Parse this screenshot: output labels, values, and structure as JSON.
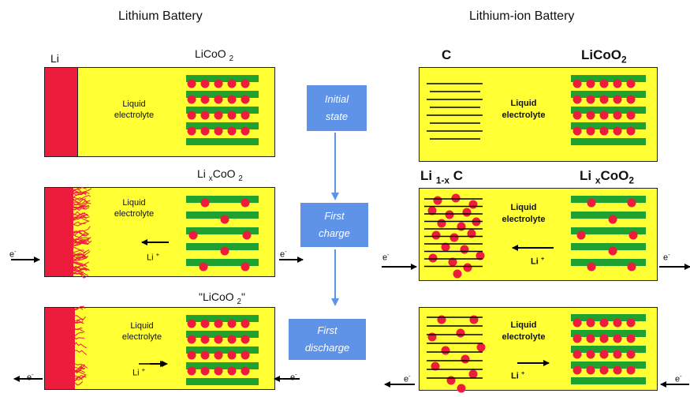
{
  "headings": {
    "left": "Lithium Battery",
    "right": "Lithium-ion Battery"
  },
  "left_panel": {
    "row1": {
      "anode_label": "Li",
      "cathode_label": "LiCoO",
      "cathode_sub": "2",
      "electrolyte_line1": "Liquid",
      "electrolyte_line2": "electrolyte"
    },
    "row2": {
      "cathode_label_a": "Li",
      "cathode_sub_x": "x",
      "cathode_label_b": "CoO",
      "cathode_sub_2": "2",
      "electrolyte_line1": "Liquid",
      "electrolyte_line2": "electrolyte",
      "ion_label": "Li",
      "ion_sup": "+",
      "electron": "e",
      "electron_sup": "-"
    },
    "row3": {
      "cathode_label_a": "\"LiCoO",
      "cathode_sub": "2",
      "cathode_label_b": "\"",
      "electrolyte_line1": "Liquid",
      "electrolyte_line2": "electrolyte",
      "ion_label": "Li",
      "ion_sup": "+",
      "electron": "e",
      "electron_sup": "-"
    }
  },
  "steps": {
    "s1_line1": "Initial",
    "s1_line2": "state",
    "s2_line1": "First",
    "s2_line2": "charge",
    "s3_line1": "First",
    "s3_line2": "discharge"
  },
  "right_panel": {
    "row1": {
      "anode_label": "C",
      "cathode_label": "LiCoO",
      "cathode_sub": "2",
      "electrolyte_line1": "Liquid",
      "electrolyte_line2": "electrolyte"
    },
    "row2": {
      "anode_label": "Li",
      "anode_sub": "1-x",
      "anode_label_b": "C",
      "cathode_label_a": "Li",
      "cathode_sub_x": "x",
      "cathode_label_b": "CoO",
      "cathode_sub_2": "2",
      "electrolyte_line1": "Liquid",
      "electrolyte_line2": "electrolyte",
      "ion_label": "Li",
      "ion_sup": "+",
      "electron": "e",
      "electron_sup": "-"
    },
    "row3": {
      "electrolyte_line1": "Liquid",
      "electrolyte_line2": "electrolyte",
      "ion_label": "Li",
      "ion_sup": "+",
      "electron": "e",
      "electron_sup": "-"
    }
  },
  "colors": {
    "cell": "#ffff33",
    "lithium": "#ee1c3c",
    "cathode_layer": "#1fa12f",
    "ion": "#ee1c3c",
    "step_box": "#5f93e8",
    "step_arrow": "#5f93e8"
  }
}
